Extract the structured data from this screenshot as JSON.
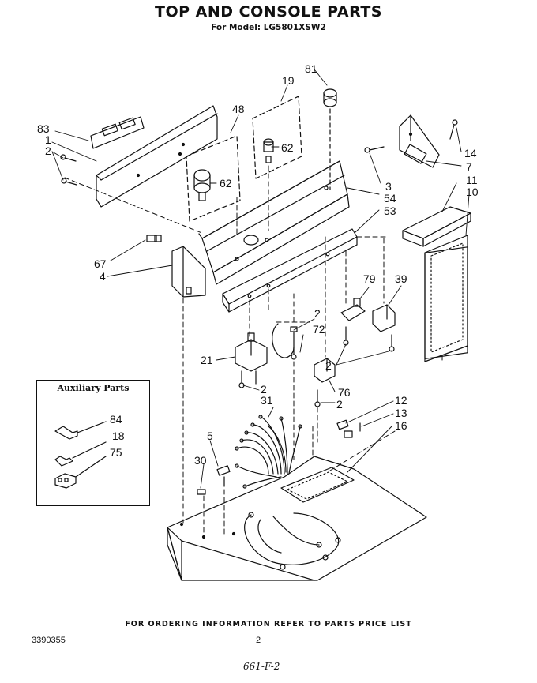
{
  "header": {
    "title": "TOP AND CONSOLE PARTS",
    "subtitle": "For Model: LG5801XSW2"
  },
  "callouts": {
    "p81": "81",
    "p19": "19",
    "p48": "48",
    "p83": "83",
    "p1": "1",
    "p2a": "2",
    "p62a": "62",
    "p62b": "62",
    "p14": "14",
    "p7": "7",
    "p3": "3",
    "p54": "54",
    "p53": "53",
    "p11": "11",
    "p10": "10",
    "p67": "67",
    "p4": "4",
    "p79": "79",
    "p39": "39",
    "p2b": "2",
    "p72": "72",
    "p21": "21",
    "p2c": "2",
    "p2d": "2",
    "p76": "76",
    "p2e": "2",
    "p31": "31",
    "p12": "12",
    "p13": "13",
    "p16": "16",
    "p5": "5",
    "p30": "30"
  },
  "auxiliary": {
    "title": "Auxiliary Parts",
    "p84": "84",
    "p18": "18",
    "p75": "75"
  },
  "footer": {
    "ordering_note": "FOR ORDERING INFORMATION REFER TO PARTS PRICE LIST",
    "document_number": "3390355",
    "page_number": "2",
    "handwritten_note": "661-F-2"
  }
}
